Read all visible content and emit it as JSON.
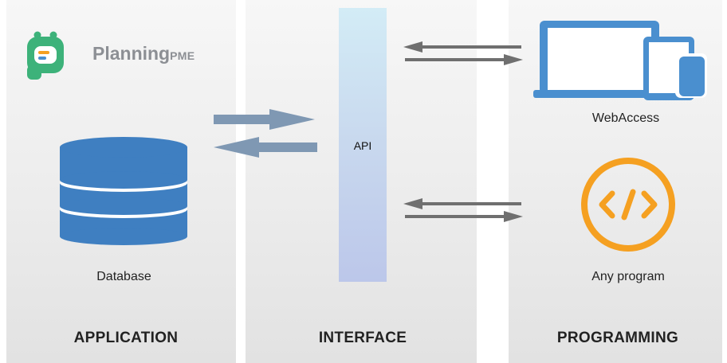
{
  "logo": {
    "name_main": "Planning",
    "name_suffix": "PME"
  },
  "columns": {
    "application": "APPLICATION",
    "interface": "INTERFACE",
    "programming": "PROGRAMMING"
  },
  "nodes": {
    "database": "Database",
    "api": "API",
    "webaccess": "WebAccess",
    "program": "Any program"
  },
  "colors": {
    "db_blue": "#3f7fc1",
    "app_arrow": "#7f98b3",
    "gray_arrow": "#6f6f6f",
    "device_blue": "#4a8fcf",
    "program_orange": "#f5a021",
    "logo_green": "#3db27a",
    "logo_text": "#8c8f94"
  }
}
